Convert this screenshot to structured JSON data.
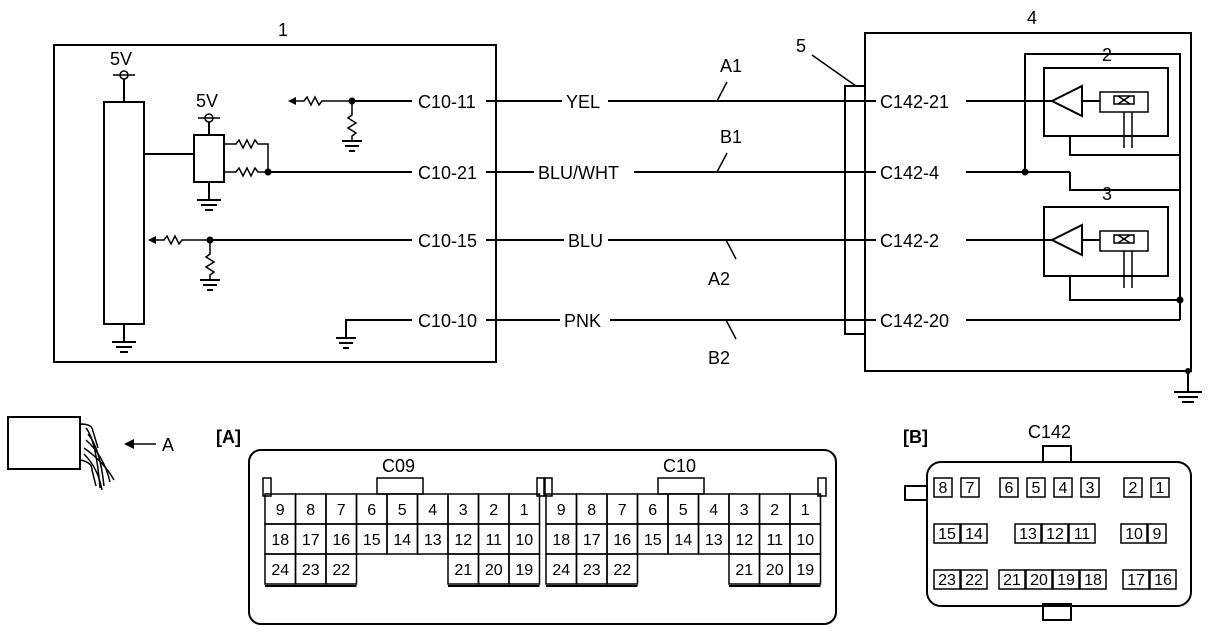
{
  "callouts": {
    "ecm": "1",
    "sensor_upper": "2",
    "sensor_lower": "3",
    "module": "4",
    "connector": "5",
    "harness_arrow": "A"
  },
  "voltages": {
    "main_supply": "5V",
    "sub_supply": "5V"
  },
  "wires": [
    {
      "ecm_pin": "C10-11",
      "color": "YEL",
      "code": "A1",
      "module_pin": "C142-21"
    },
    {
      "ecm_pin": "C10-21",
      "color": "BLU/WHT",
      "code": "B1",
      "module_pin": "C142-4"
    },
    {
      "ecm_pin": "C10-15",
      "color": "BLU",
      "code": "A2",
      "module_pin": "C142-2"
    },
    {
      "ecm_pin": "C10-10",
      "color": "PNK",
      "code": "B2",
      "module_pin": "C142-20"
    }
  ],
  "connector_A": {
    "tag": "[A]",
    "blocks": [
      {
        "name": "C09",
        "rows": [
          [
            "9",
            "8",
            "7",
            "6",
            "5",
            "4",
            "3",
            "2",
            "1"
          ],
          [
            "18",
            "17",
            "16",
            "15",
            "14",
            "13",
            "12",
            "11",
            "10"
          ],
          [
            "24",
            "23",
            "22",
            "",
            "",
            "",
            "21",
            "20",
            "19"
          ]
        ]
      },
      {
        "name": "C10",
        "rows": [
          [
            "9",
            "8",
            "7",
            "6",
            "5",
            "4",
            "3",
            "2",
            "1"
          ],
          [
            "18",
            "17",
            "16",
            "15",
            "14",
            "13",
            "12",
            "11",
            "10"
          ],
          [
            "24",
            "23",
            "22",
            "",
            "",
            "",
            "21",
            "20",
            "19"
          ]
        ]
      }
    ]
  },
  "connector_B": {
    "tag": "[B]",
    "name": "C142",
    "rows": [
      [
        "8",
        "7",
        "6",
        "5",
        "4",
        "3",
        "2",
        "1"
      ],
      [
        "15",
        "14",
        "13",
        "12",
        "11",
        "10",
        "9"
      ],
      [
        "23",
        "22",
        "21",
        "20",
        "19",
        "18",
        "17",
        "16"
      ]
    ]
  }
}
